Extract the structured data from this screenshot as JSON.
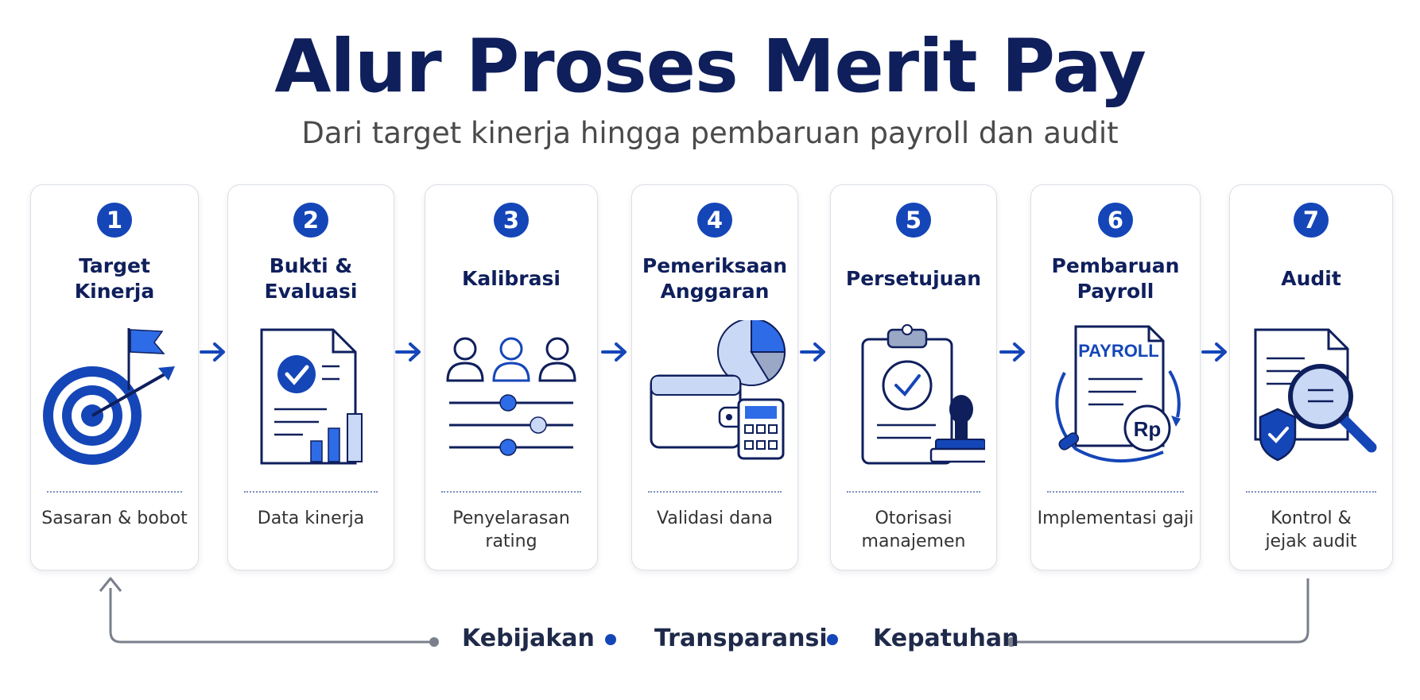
{
  "header": {
    "title": "Alur Proses Merit Pay",
    "subtitle": "Dari target kinerja hingga pembaruan payroll dan audit"
  },
  "colors": {
    "accent": "#1546b8",
    "title": "#0f1f5c",
    "light_blue": "#c9d8f5"
  },
  "steps": [
    {
      "number": "1",
      "title_lines": [
        "Target",
        "Kinerja"
      ],
      "icon": "target-icon",
      "desc_lines": [
        "Sasaran & bobot"
      ]
    },
    {
      "number": "2",
      "title_lines": [
        "Bukti &",
        "Evaluasi"
      ],
      "icon": "document-chart-icon",
      "desc_lines": [
        "Data kinerja"
      ]
    },
    {
      "number": "3",
      "title_lines": [
        "Kalibrasi"
      ],
      "icon": "people-sliders-icon",
      "desc_lines": [
        "Penyelarasan rating"
      ]
    },
    {
      "number": "4",
      "title_lines": [
        "Pemeriksaan",
        "Anggaran"
      ],
      "icon": "wallet-calculator-icon",
      "desc_lines": [
        "Validasi dana"
      ]
    },
    {
      "number": "5",
      "title_lines": [
        "Persetujuan"
      ],
      "icon": "clipboard-stamp-icon",
      "desc_lines": [
        "Otorisasi",
        "manajemen"
      ]
    },
    {
      "number": "6",
      "title_lines": [
        "Pembaruan",
        "Payroll"
      ],
      "icon": "payroll-rupiah-icon",
      "desc_lines": [
        "Implementasi gaji"
      ]
    },
    {
      "number": "7",
      "title_lines": [
        "Audit"
      ],
      "icon": "audit-magnifier-icon",
      "desc_lines": [
        "Kontrol &",
        "jejak audit"
      ]
    }
  ],
  "payroll_icon_text": "PAYROLL",
  "rupiah_text": "Rp",
  "footer": {
    "items": [
      "Kebijakan",
      "Transparansi",
      "Kepatuhan"
    ]
  }
}
